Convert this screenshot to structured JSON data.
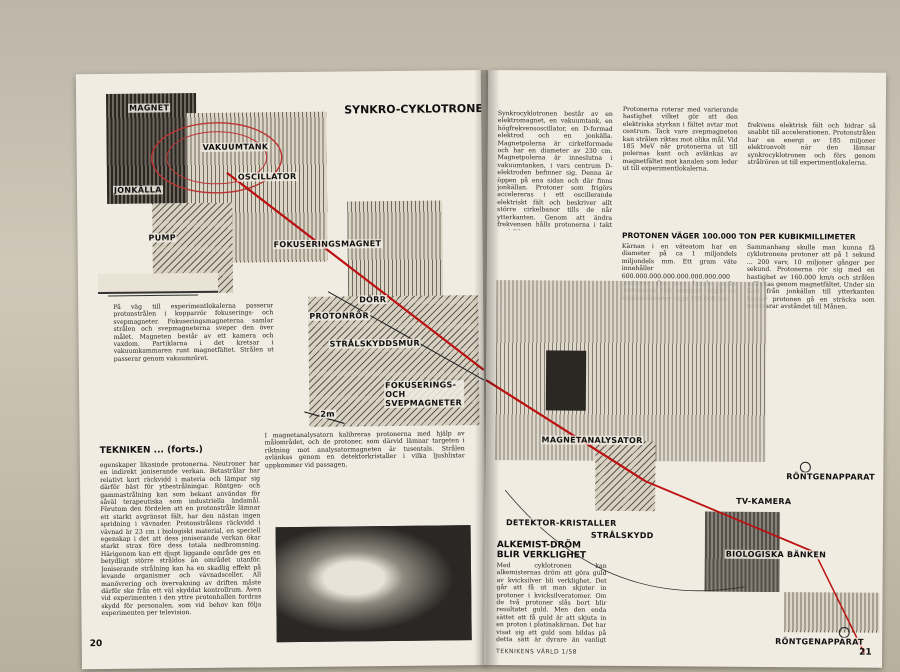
{
  "left_page": {
    "title": "SYNKRO-CYKLOTRONEN",
    "labels": {
      "magnet": "MAGNET",
      "vakuumtank": "VAKUUMTANK",
      "oscillator": "OSCILLATOR",
      "jonkalla": "JONKÄLLA",
      "pump": "PUMP",
      "fokuseringsmagnet": "FOKUSERINGSMAGNET",
      "dorr": "DÖRR",
      "protonror": "PROTONRÖR",
      "stralskyddsmur": "STRÅLSKYDDSMUR",
      "fokuserings_och_svepmagneter": "FOKUSERINGS- OCH SVEPMAGNETER",
      "scale": "2m"
    },
    "caption_1": "På väg till experimentlokalerna passerar protonstrålen i kopparrör fokuserings- och svepmagneter. Fokuseringsmagneterna samlar strålen och svepmagneterna sveper den över målet. Magneten består av ett kamera och vaxdom. Partiklarna i det kretsar i vakuumkammaren runt magnetfältet. Strålen ut passerar genom vakuumröret.",
    "caption_2": "I magnetanalysatorn kalibreras protonerna med hjälp av målområdet, och de protoner, som därvid lämnar targeten i riktning mot analysatormagneten är tusentals. Strålen avlänkas genom en detektorkristaller i vilka ljusblixtar uppkommer vid passagen.",
    "section_heading": "TEKNIKEN ... (forts.)",
    "body": "egenskaper likasinde protonerna. Neutroner har en indirekt joniserande verkan. Betastrålar har relativt kort räckvidd i materia och lämpar sig därför bäst för ytbestrålningar. Röntgen- och gammastrålning kan som bekant användas för såväl terapeutiska som industriella ändamål. Förutom den fördelen att en protonstråle lämnar ett starkt avgränsat fält, har den nästan ingen spridning i vävnader. Protonstrålens räckvidd i vävnad är 23 cm i biologiskt material, en speciell egenskap i det att dess joniserande verkan ökar starkt strax före dess totala nedbromsning. Härigenom kan ett djupt liggande område ges en betydligt större stråldos än området utanför. Joniserande strålning kan ha en skadlig effekt på levande organismer och vävnadsceller. All manövrering och övervakning av driften måste därför ske från ett väl skyddat kontrollrum. Även vid experimenten i den yttre protonhallen fordras skydd för personalen, som vid behov kan följa experimenten per television.",
    "page_number": "20"
  },
  "right_page": {
    "intro": "Synkrocyklotronen består av en elektromagnet, en vakuumtank, en högfrekvensoscillator, en D-formad elektrod och en jonkälla. Magnetpolerna är cirkelformade och har en diameter av 230 cm. Magnetpolerna är inneslutna i vakuumtanken, i vars centrum D-elektroden befinner sig. Denna är öppen på ena sidan och där finns jonkällan. Protoner som frigörs accelereras i ett oscillerande elektriskt fält och beskriver allt större cirkelbanor tills de når ytterkanten. Genom att ändra frekvensen hålls protonerna i takt med fältet.",
    "col2": "Protonerna roterar med varierande hastighet vilket gör att den elektriska styrkan i fältet avtar mot centrum. Tack vare svepmagneten kan strålen riktas mot olika mål. Vid 185 MeV når protonerna ut till polernas kant och avlänkas av magnetfältet mot kanalen som leder ut till experimentlokalerna.",
    "col3": "frekvens elektrisk fält och bidrar så snabbt till accelerationen. Protonstrålen har en energi av 185 miljoner elektronvolt när den lämnar synkrocyklotronen och förs genom strålrören ut till experimentlokalerna.",
    "heading_1": "PROTONEN VÄGER 100.000 TON PER KUBIKMILLIMETER",
    "body_1": "Kärnan i en väteatom har en diameter på ca 1 miljondels miljondels mm. Ett gram väte innehåller 600.000.000.000.000.000.000.000 protoner. Om man kunde packa protonerna tätt samman skulle en kubikmillimeter väga 100.000 ton.",
    "body_1b": "Sammanhang skulle man kunna få cyklotronens protoner att på 1 sekund ... 200 varv, 10 miljoner gånger per sekund. Protonerna rör sig med en hastighet av 160.000 km/s och strålen avlänkas genom magnetfältet. Under sin färd från jonkällan till ytterkanten hinner protonen gå en sträcka som motsvarar avståndet till Månen.",
    "heading_2": "ALKEMIST-DRÖM BLIR VERKLIGHET",
    "body_2": "Med cyklotronen kan alkemisternas dröm att göra guld av kvicksilver bli verklighet. Det går att få ut man skjuter in protoner i kvicksilveratomer. Om de två protoner slås bort blir resultatet guld. Men den enda sättet att få guld är att skjuta in en proton i platinakärnan. Det har visat sig att guld som bildas på detta sätt är dyrare än vanligt guld och det finns inga planer på att producera guld i industriell skala.",
    "labels": {
      "magnetanalysator": "MAGNETANALYSATOR",
      "detektor_kristaller": "DETEKTOR-KRISTALLER",
      "stralskydd": "STRÅLSKYDD",
      "tv_kamera": "TV-KAMERA",
      "rontgenapparat_1": "RÖNTGENAPPARAT",
      "biologiska_banken": "BIOLOGISKA BÄNKEN",
      "rontgenapparat_2": "RÖNTGENAPPARAT"
    },
    "footer": "TEKNIKENS VÄRLD 1/58",
    "page_number": "21"
  }
}
